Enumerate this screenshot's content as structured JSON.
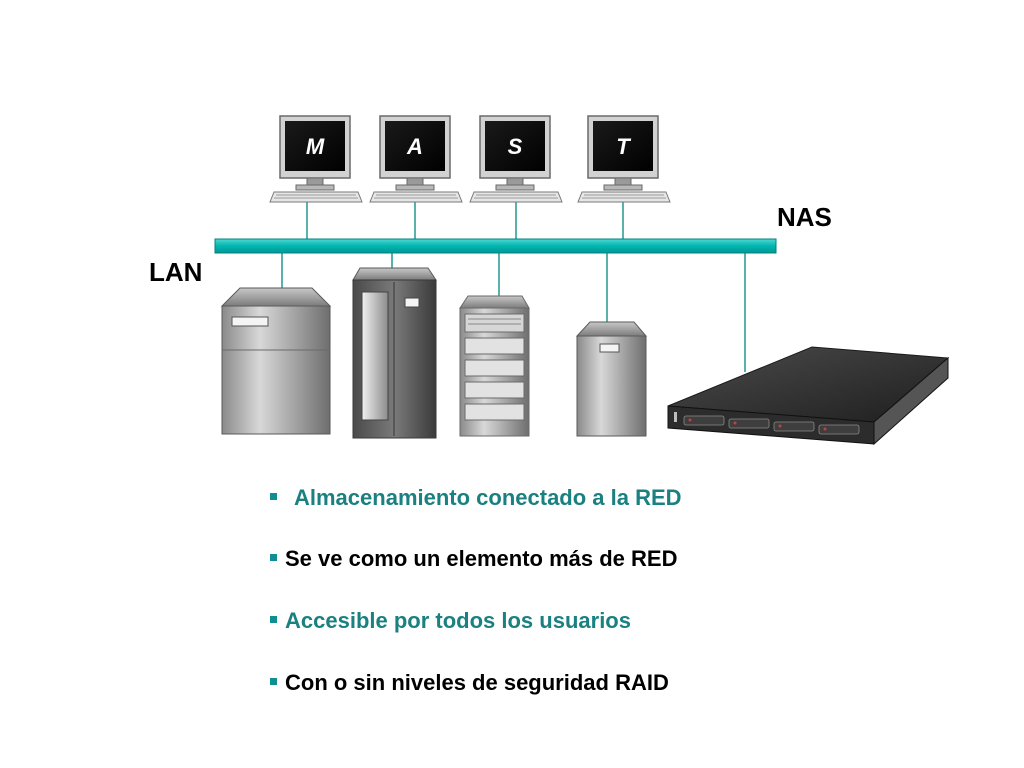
{
  "labels": {
    "lan": "LAN",
    "nas": "NAS"
  },
  "workstations": [
    {
      "letter": "M"
    },
    {
      "letter": "A"
    },
    {
      "letter": "S"
    },
    {
      "letter": "T"
    }
  ],
  "colors": {
    "lan_bus": "#00b5b0",
    "connector": "#2f9e98",
    "bullet_marker": "#0f8f8f",
    "teal_text": "#1a8080",
    "black_text": "#000000"
  },
  "bullets": [
    {
      "text": "Almacenamiento conectado a la RED",
      "style": "teal"
    },
    {
      "text": "Se ve como un elemento más de RED",
      "style": "black"
    },
    {
      "text": "Accesible por todos los usuarios",
      "style": "teal"
    },
    {
      "text": "Con o sin niveles de seguridad RAID",
      "style": "black"
    }
  ]
}
